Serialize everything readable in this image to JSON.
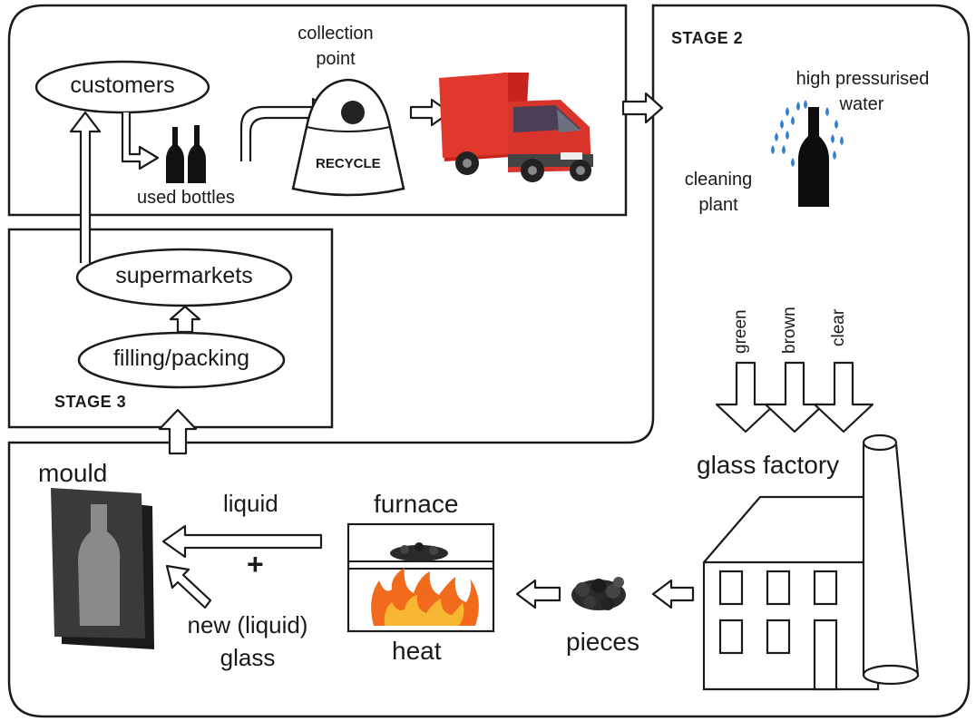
{
  "labels": {
    "customers": "customers",
    "used_bottles": "used bottles",
    "collection_point": [
      "collection",
      "point"
    ],
    "recycle": "RECYCLE",
    "stage2": "STAGE 2",
    "high_pressurised_water": [
      "high pressurised",
      "water"
    ],
    "cleaning_plant": [
      "cleaning",
      "plant"
    ],
    "supermarkets": "supermarkets",
    "filling_packing": "filling/packing",
    "stage3": "STAGE 3",
    "green": "green",
    "brown": "brown",
    "clear": "clear",
    "glass_factory": "glass factory",
    "mould": "mould",
    "liquid": "liquid",
    "plus": "+",
    "new_liquid_glass": [
      "new (liquid)",
      "glass"
    ],
    "furnace": "furnace",
    "heat": "heat",
    "pieces": "pieces"
  },
  "colors": {
    "line": "#1a1a1a",
    "truck_red": "#d9342b",
    "water_blue": "#2f7fd6",
    "flame_orange": "#f26a1b",
    "flame_yellow": "#f7b733"
  }
}
